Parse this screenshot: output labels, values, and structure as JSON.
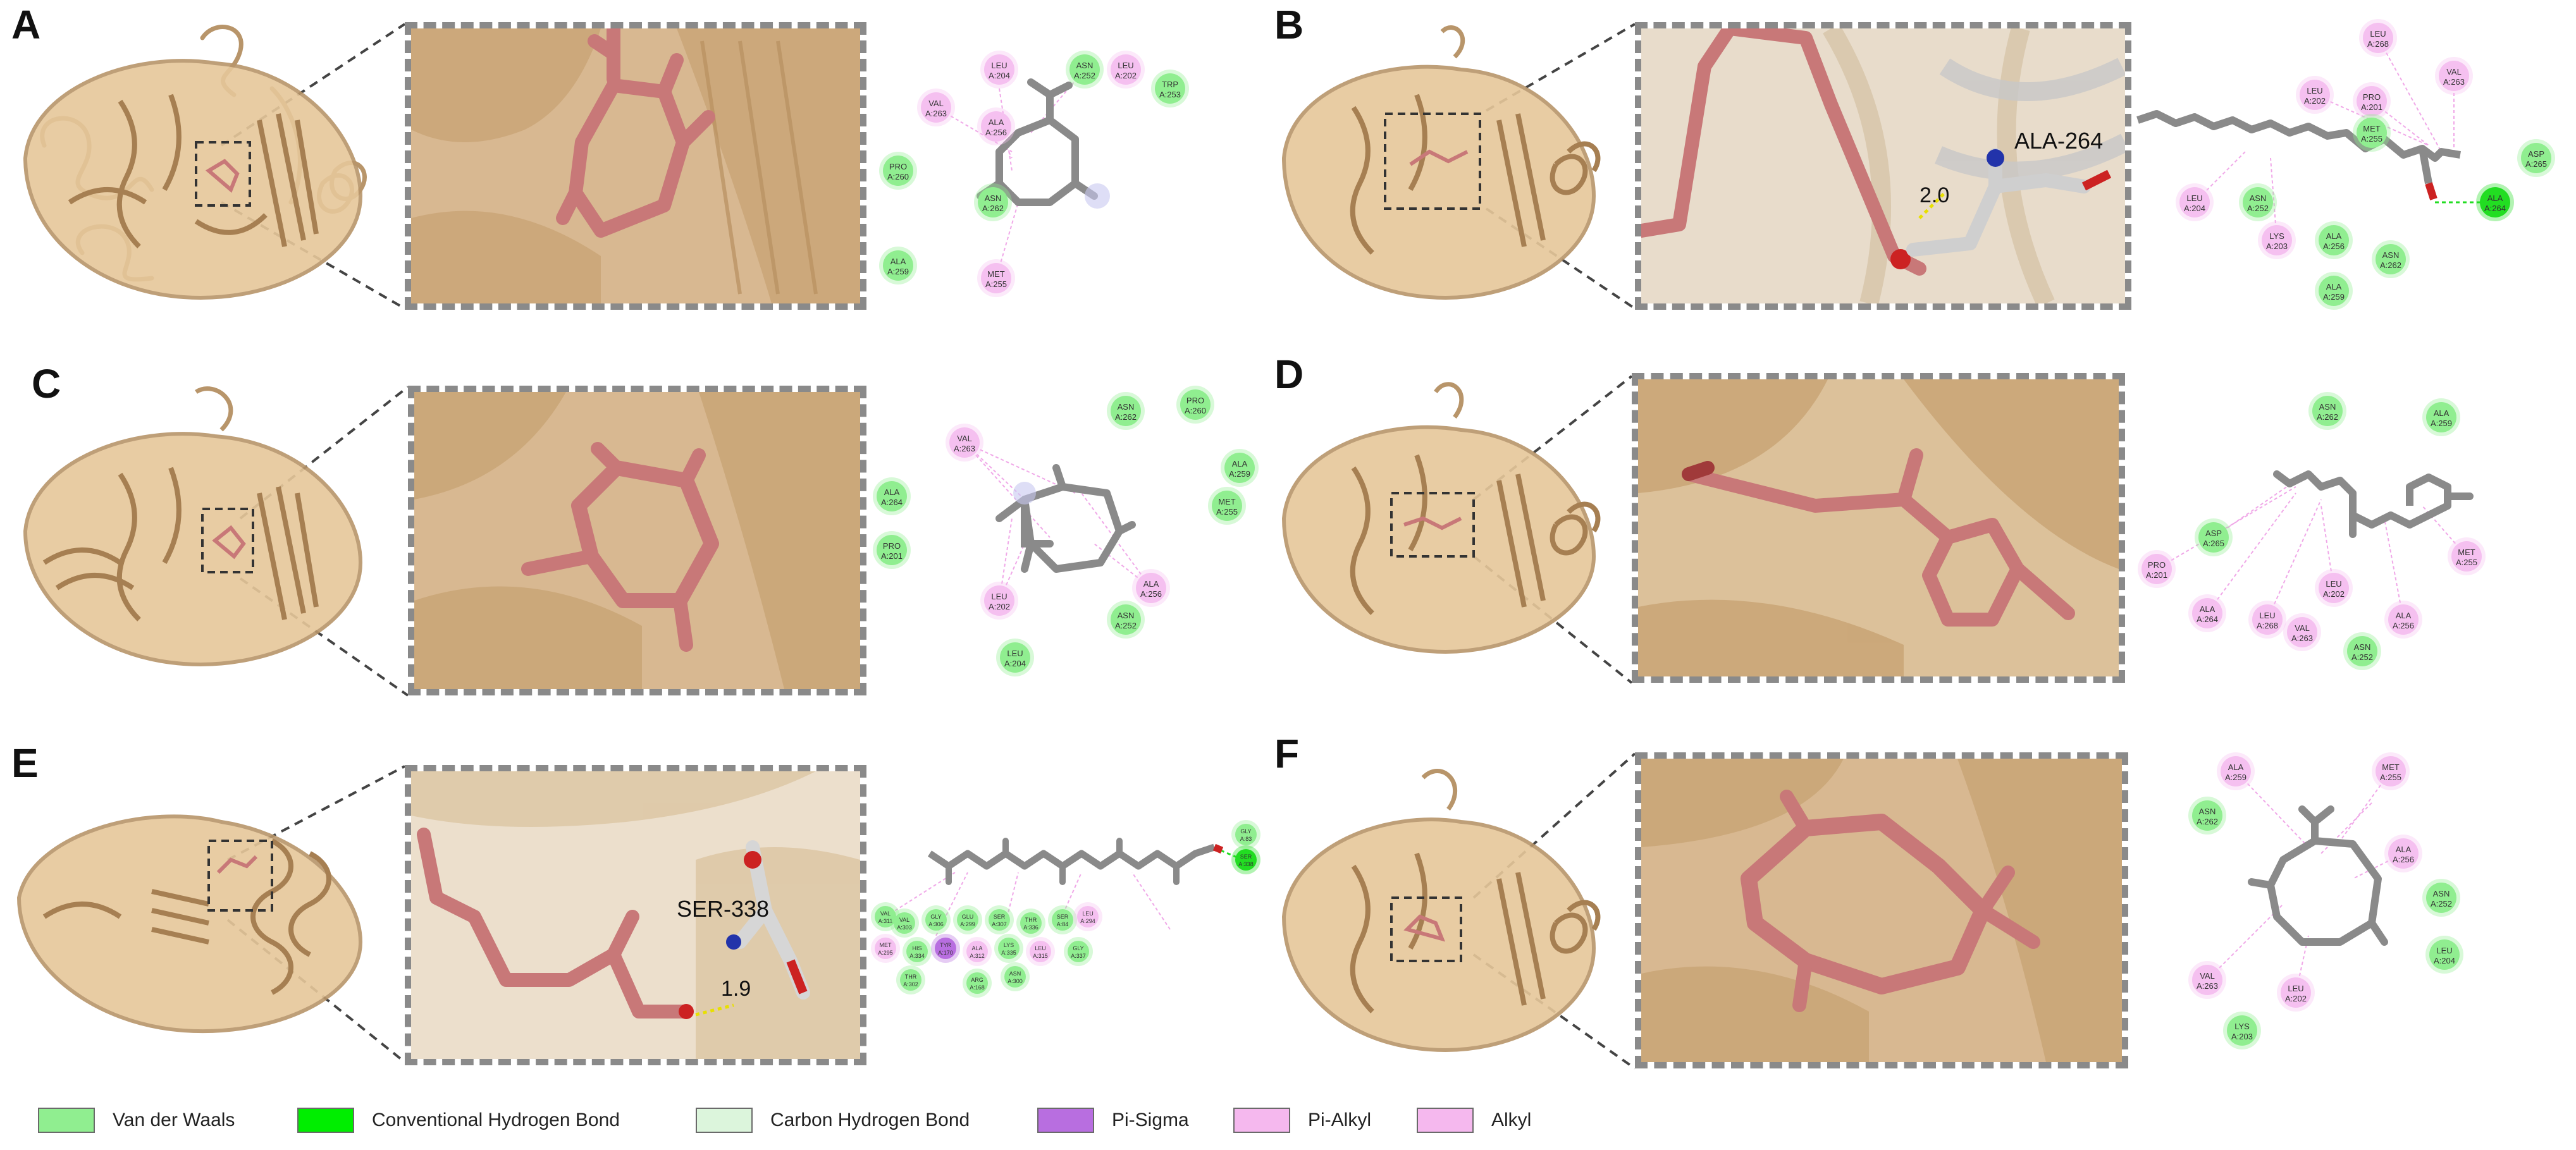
{
  "panels": [
    {
      "letter": "A",
      "site_labels": [],
      "residues": [
        {
          "text": "LEU\nA:204",
          "type": "pi-alkyl"
        },
        {
          "text": "ASN\nA:252",
          "type": "vdw"
        },
        {
          "text": "LEU\nA:202",
          "type": "pi-alkyl"
        },
        {
          "text": "TRP\nA:253",
          "type": "vdw"
        },
        {
          "text": "VAL\nA:263",
          "type": "pi-alkyl"
        },
        {
          "text": "ALA\nA:256",
          "type": "pi-alkyl"
        },
        {
          "text": "PRO\nA:260",
          "type": "vdw"
        },
        {
          "text": "ASN\nA:262",
          "type": "vdw"
        },
        {
          "text": "ALA\nA:259",
          "type": "vdw"
        },
        {
          "text": "MET\nA:255",
          "type": "pi-alkyl"
        }
      ]
    },
    {
      "letter": "B",
      "site_labels": [
        {
          "text": "ALA-264"
        },
        {
          "text": "2.0"
        }
      ],
      "residues": [
        {
          "text": "LEU\nA:268",
          "type": "pi-alkyl"
        },
        {
          "text": "VAL\nA:263",
          "type": "pi-alkyl"
        },
        {
          "text": "LEU\nA:202",
          "type": "pi-alkyl"
        },
        {
          "text": "PRO\nA:201",
          "type": "pi-alkyl"
        },
        {
          "text": "MET\nA:255",
          "type": "vdw"
        },
        {
          "text": "ASP\nA:265",
          "type": "vdw"
        },
        {
          "text": "LEU\nA:204",
          "type": "pi-alkyl"
        },
        {
          "text": "ASN\nA:252",
          "type": "vdw"
        },
        {
          "text": "ALA\nA:264",
          "type": "hbond"
        },
        {
          "text": "LYS\nA:203",
          "type": "pi-alkyl"
        },
        {
          "text": "ALA\nA:256",
          "type": "vdw"
        },
        {
          "text": "ASN\nA:262",
          "type": "vdw"
        },
        {
          "text": "ALA\nA:259",
          "type": "vdw"
        }
      ]
    },
    {
      "letter": "C",
      "site_labels": [],
      "residues": [
        {
          "text": "ASN\nA:262",
          "type": "vdw"
        },
        {
          "text": "PRO\nA:260",
          "type": "vdw"
        },
        {
          "text": "VAL\nA:263",
          "type": "pi-alkyl"
        },
        {
          "text": "ALA\nA:259",
          "type": "vdw"
        },
        {
          "text": "ALA\nA:264",
          "type": "vdw"
        },
        {
          "text": "MET\nA:255",
          "type": "vdw"
        },
        {
          "text": "PRO\nA:201",
          "type": "vdw"
        },
        {
          "text": "ALA\nA:256",
          "type": "pi-alkyl"
        },
        {
          "text": "LEU\nA:202",
          "type": "pi-alkyl"
        },
        {
          "text": "ASN\nA:252",
          "type": "vdw"
        },
        {
          "text": "LEU\nA:204",
          "type": "vdw"
        }
      ]
    },
    {
      "letter": "D",
      "site_labels": [],
      "residues": [
        {
          "text": "ASN\nA:262",
          "type": "vdw"
        },
        {
          "text": "ALA\nA:259",
          "type": "vdw"
        },
        {
          "text": "ASP\nA:265",
          "type": "vdw"
        },
        {
          "text": "ALA\nA:264",
          "type": "pi-alkyl"
        },
        {
          "text": "PRO\nA:201",
          "type": "pi-alkyl"
        },
        {
          "text": "MET\nA:255",
          "type": "pi-alkyl"
        },
        {
          "text": "LEU\nA:202",
          "type": "pi-alkyl"
        },
        {
          "text": "LEU\nA:268",
          "type": "pi-alkyl"
        },
        {
          "text": "VAL\nA:263",
          "type": "pi-alkyl"
        },
        {
          "text": "ALA\nA:256",
          "type": "pi-alkyl"
        },
        {
          "text": "ASN\nA:252",
          "type": "vdw"
        }
      ]
    },
    {
      "letter": "E",
      "site_labels": [
        {
          "text": "SER-338"
        },
        {
          "text": "1.9"
        }
      ],
      "residues": [
        {
          "text": "GLY\nA:83",
          "type": "vdw"
        },
        {
          "text": "VAL\nA:311",
          "type": "vdw"
        },
        {
          "text": "SER\nA:338",
          "type": "hbond"
        },
        {
          "text": "VAL\nA:303",
          "type": "vdw"
        },
        {
          "text": "GLY\nA:306",
          "type": "vdw"
        },
        {
          "text": "GLU\nA:299",
          "type": "vdw"
        },
        {
          "text": "SER\nA:307",
          "type": "vdw"
        },
        {
          "text": "THR\nA:336",
          "type": "vdw"
        },
        {
          "text": "SER\nA:84",
          "type": "vdw"
        },
        {
          "text": "LEU\nA:294",
          "type": "pi-alkyl"
        },
        {
          "text": "MET\nA:295",
          "type": "pi-alkyl"
        },
        {
          "text": "HIS\nA:334",
          "type": "vdw"
        },
        {
          "text": "TYR\nA:170",
          "type": "pi-sigma"
        },
        {
          "text": "ALA\nA:312",
          "type": "pi-alkyl"
        },
        {
          "text": "LYS\nA:335",
          "type": "vdw"
        },
        {
          "text": "LEU\nA:315",
          "type": "pi-alkyl"
        },
        {
          "text": "GLY\nA:337",
          "type": "vdw"
        },
        {
          "text": "THR\nA:302",
          "type": "vdw"
        },
        {
          "text": "ARG\nA:168",
          "type": "vdw"
        },
        {
          "text": "ASN\nA:300",
          "type": "vdw"
        }
      ]
    },
    {
      "letter": "F",
      "site_labels": [],
      "residues": [
        {
          "text": "ALA\nA:259",
          "type": "pi-alkyl"
        },
        {
          "text": "MET\nA:255",
          "type": "pi-alkyl"
        },
        {
          "text": "ASN\nA:262",
          "type": "vdw"
        },
        {
          "text": "ALA\nA:256",
          "type": "pi-alkyl"
        },
        {
          "text": "ASN\nA:252",
          "type": "vdw"
        },
        {
          "text": "LEU\nA:204",
          "type": "vdw"
        },
        {
          "text": "VAL\nA:263",
          "type": "pi-alkyl"
        },
        {
          "text": "LEU\nA:202",
          "type": "pi-alkyl"
        },
        {
          "text": "LYS\nA:203",
          "type": "vdw"
        }
      ]
    }
  ],
  "legend": [
    {
      "label": "Van der Waals",
      "color": "#90ee90"
    },
    {
      "label": "Conventional Hydrogen Bond",
      "color": "#00ee00"
    },
    {
      "label": "Carbon Hydrogen Bond",
      "color": "#dcf5dc"
    },
    {
      "label": "Pi-Sigma",
      "color": "#b86ee0"
    },
    {
      "label": "Pi-Alkyl",
      "color": "#f5b8ee"
    },
    {
      "label": "Alkyl",
      "color": "#f5b8ee"
    }
  ],
  "colors": {
    "protein": "#d6b385",
    "ligand": "#c87878",
    "diagram_ligand": "#8a8a8a",
    "vdw": "#90ee90",
    "hbond": "#22dd22",
    "pi-alkyl": "#f5c0f0",
    "pi-sigma": "#b86ee0"
  }
}
